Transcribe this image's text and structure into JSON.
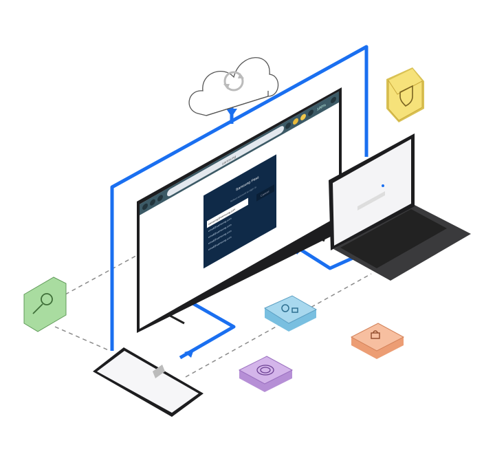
{
  "colors": {
    "connector": "#1a6ff0",
    "tv_frame": "#1d1d1f",
    "toolbar": "#3c5a66",
    "dialog": "#0f2a48",
    "shield_tile": "#f6e27a",
    "key_tile": "#a9dca0",
    "contact_tile": "#a8d8ee",
    "fingerprint_tile": "#d4b5ea",
    "lock_tile": "#f7bfa0"
  },
  "tv": {
    "address_text": "samsung",
    "zoom_text": "100%",
    "dialog": {
      "title": "Samsung Pass",
      "subtitle": "Select account to sign in",
      "cancel_label": "Cancel",
      "accounts": [
        "samsung@samsung.com",
        "email@samsung.com",
        "email@samsung.com",
        "email@samsung.com",
        "email@samsung.com"
      ]
    }
  },
  "icons": [
    "cloud-sync-icon",
    "shield-icon",
    "key-icon",
    "contact-icon",
    "fingerprint-icon",
    "lock-icon"
  ]
}
